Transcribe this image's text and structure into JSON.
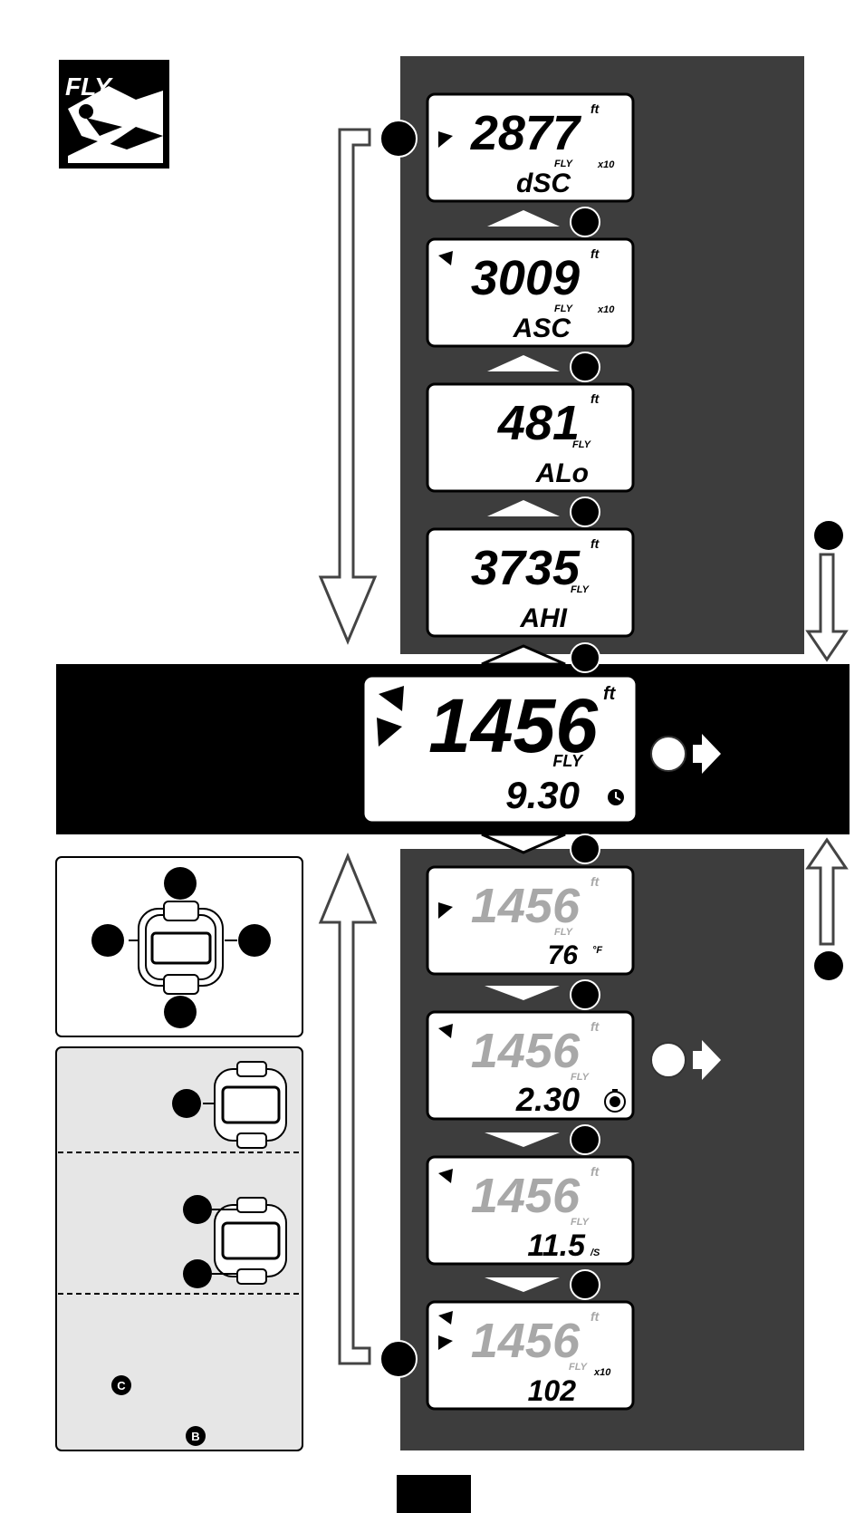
{
  "logo": {
    "text": "FLY"
  },
  "colors": {
    "panel": "#3d3d3d",
    "band": "#000000",
    "lcd_bg": "#ffffff",
    "ghost_digits": "#a8a8a8",
    "legend_bg": "#e6e6e6"
  },
  "upper_screens": [
    {
      "value": "2877",
      "unit": "ft",
      "mode": "FLY",
      "sub": "dSC",
      "multiplier": "x10",
      "arrow": "right"
    },
    {
      "value": "3009",
      "unit": "ft",
      "mode": "FLY",
      "sub": "ASC",
      "multiplier": "x10",
      "arrow": "left"
    },
    {
      "value": "481",
      "unit": "ft",
      "mode": "FLY",
      "sub": "ALo",
      "multiplier": "",
      "arrow": ""
    },
    {
      "value": "3735",
      "unit": "ft",
      "mode": "FLY",
      "sub": "AHI",
      "multiplier": "",
      "arrow": ""
    }
  ],
  "main_screen": {
    "value": "1456",
    "unit": "ft",
    "mode": "FLY",
    "sub": "9.30",
    "arrow": "both",
    "icon": "stopwatch-icon"
  },
  "lower_screens": [
    {
      "value": "1456",
      "unit": "ft",
      "mode": "FLY",
      "sub": "76",
      "sub_unit": "°F",
      "arrow": "right",
      "icon": ""
    },
    {
      "value": "1456",
      "unit": "ft",
      "mode": "FLY",
      "sub": "2.30",
      "sub_unit": "",
      "arrow": "left",
      "icon": "timer-icon"
    },
    {
      "value": "1456",
      "unit": "ft",
      "mode": "FLY",
      "sub": "11.5",
      "sub_unit": "/S",
      "arrow": "left",
      "icon": ""
    },
    {
      "value": "1456",
      "unit": "ft",
      "mode": "FLY",
      "sub": "102",
      "sub_unit": "x10",
      "arrow": "both",
      "icon": ""
    }
  ],
  "legend": {
    "marker_c": "C",
    "marker_b": "B"
  },
  "page_tab": {
    "text": ""
  }
}
